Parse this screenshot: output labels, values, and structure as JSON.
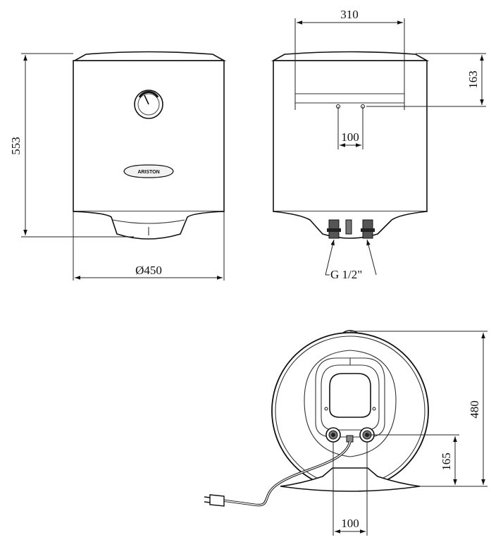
{
  "dimensions": {
    "front_height": "553",
    "diameter": "Ø450",
    "bracket_width": "310",
    "bracket_offset": "163",
    "hole_spacing_side": "100",
    "thread": "G 1/2\"",
    "bottom_height": "480",
    "pipe_height": "165",
    "pipe_spacing_bottom": "100"
  },
  "brand_logo": "ARISTON",
  "icons": [
    "pressure-gauge-icon",
    "power-plug-icon"
  ]
}
